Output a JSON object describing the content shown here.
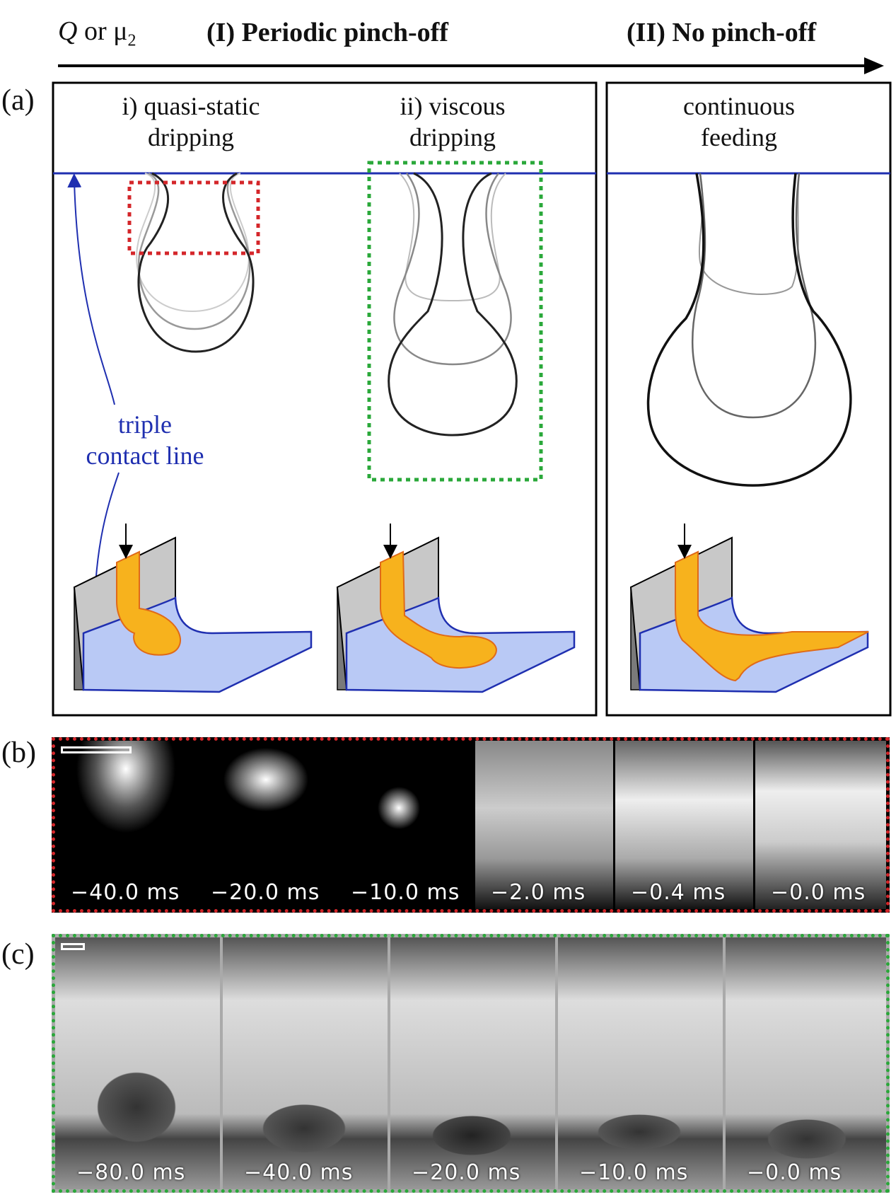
{
  "header": {
    "axis_var_q": "Q",
    "axis_var_rest": " or μ",
    "axis_var_sub": "2",
    "regime1": "(I) Periodic pinch-off",
    "regime2": "(II) No pinch-off"
  },
  "panel_a": {
    "label": "(a)",
    "sub1_line1": "i) quasi-static",
    "sub1_line2": "dripping",
    "sub2_line1": "ii) viscous",
    "sub2_line2": "dripping",
    "sub3_line1": "continuous",
    "sub3_line2": "feeding",
    "annotation_line1": "triple",
    "annotation_line2": "contact line"
  },
  "panel_b": {
    "label": "(b)",
    "frames": [
      "−40.0 ms",
      "−20.0 ms",
      "−10.0 ms",
      "−2.0 ms",
      "−0.4 ms",
      "−0.0 ms"
    ]
  },
  "panel_c": {
    "label": "(c)",
    "frames": [
      "−80.0 ms",
      "−40.0 ms",
      "−20.0 ms",
      "−10.0 ms",
      "−0.0 ms"
    ]
  },
  "colors": {
    "contact_line": "#1f2fb0",
    "fluid_orange": "#f7b21d",
    "substrate_blue": "#b9c9f5",
    "wall_gray": "#c8c8c8",
    "box_red": "#d4262a",
    "box_green": "#2aa83a"
  }
}
